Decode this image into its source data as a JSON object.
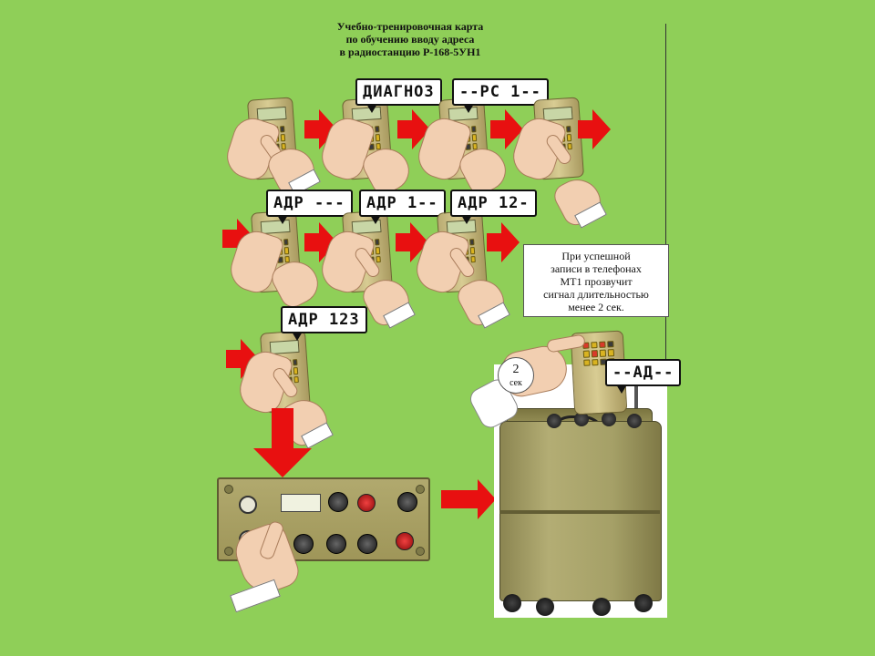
{
  "title": {
    "line1": "Учебно-тренировочная карта",
    "line2": "по обучению вводу адреса",
    "line3": "в радиостанцию Р-168-5УН1"
  },
  "steps": [
    {
      "id": 1,
      "display": ""
    },
    {
      "id": 2,
      "display": "ДИАГНОЗ"
    },
    {
      "id": 3,
      "display": "--РС 1--"
    },
    {
      "id": 4,
      "display": ""
    },
    {
      "id": 5,
      "display": "АДР ---"
    },
    {
      "id": 6,
      "display": "АДР 1--"
    },
    {
      "id": 7,
      "display": "АДР 12-"
    },
    {
      "id": 8,
      "display": "АДР 123"
    }
  ],
  "notice": {
    "line1": "При успешной",
    "line2": "записи в телефонах",
    "line3": "МТ1 прозвучит",
    "line4": "сигнал длительностью",
    "line5": "менее 2 сек."
  },
  "station_display": "--АД--",
  "duration_badge": {
    "value": "2",
    "unit": "сек"
  },
  "colors": {
    "background": "#8fcf58",
    "arrow": "#e81010",
    "key_yellow": "#d9b321",
    "key_red": "#d83a2a"
  },
  "icons": [
    "handset-icon",
    "hand-icon",
    "red-arrow-right-icon",
    "red-arrow-down-icon",
    "radio-station-icon",
    "knob-icon"
  ]
}
